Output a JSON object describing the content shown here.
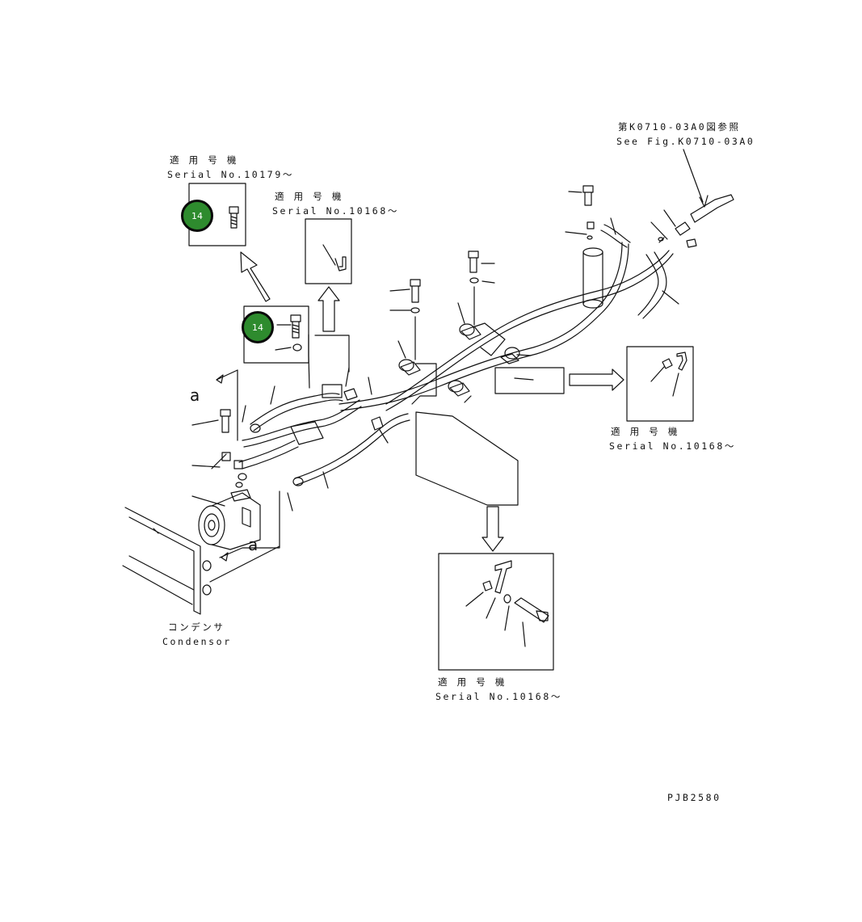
{
  "drawing_code": "PJB2580",
  "see_fig": {
    "jp": "第K0710-03A0図参照",
    "en": "See Fig.K0710-03A0"
  },
  "applicable_serial": {
    "top_left": {
      "jp": "適 用 号 機",
      "en": "Serial No.10179～"
    },
    "mid_top": {
      "jp": "適 用 号 機",
      "en": "Serial No.10168～"
    },
    "right": {
      "jp": "適 用 号 機",
      "en": "Serial No.10168～"
    },
    "bottom": {
      "jp": "適 用 号 機",
      "en": "Serial No.10168～"
    }
  },
  "condenser": {
    "jp": "コンデンサ",
    "en": "Condensor"
  },
  "view_marker": "a",
  "callouts": [
    {
      "number": "14"
    },
    {
      "number": "14"
    }
  ],
  "colors": {
    "badge_fill": "#2e8b2e",
    "badge_ring": "#0a0a0a",
    "line": "#111111"
  }
}
